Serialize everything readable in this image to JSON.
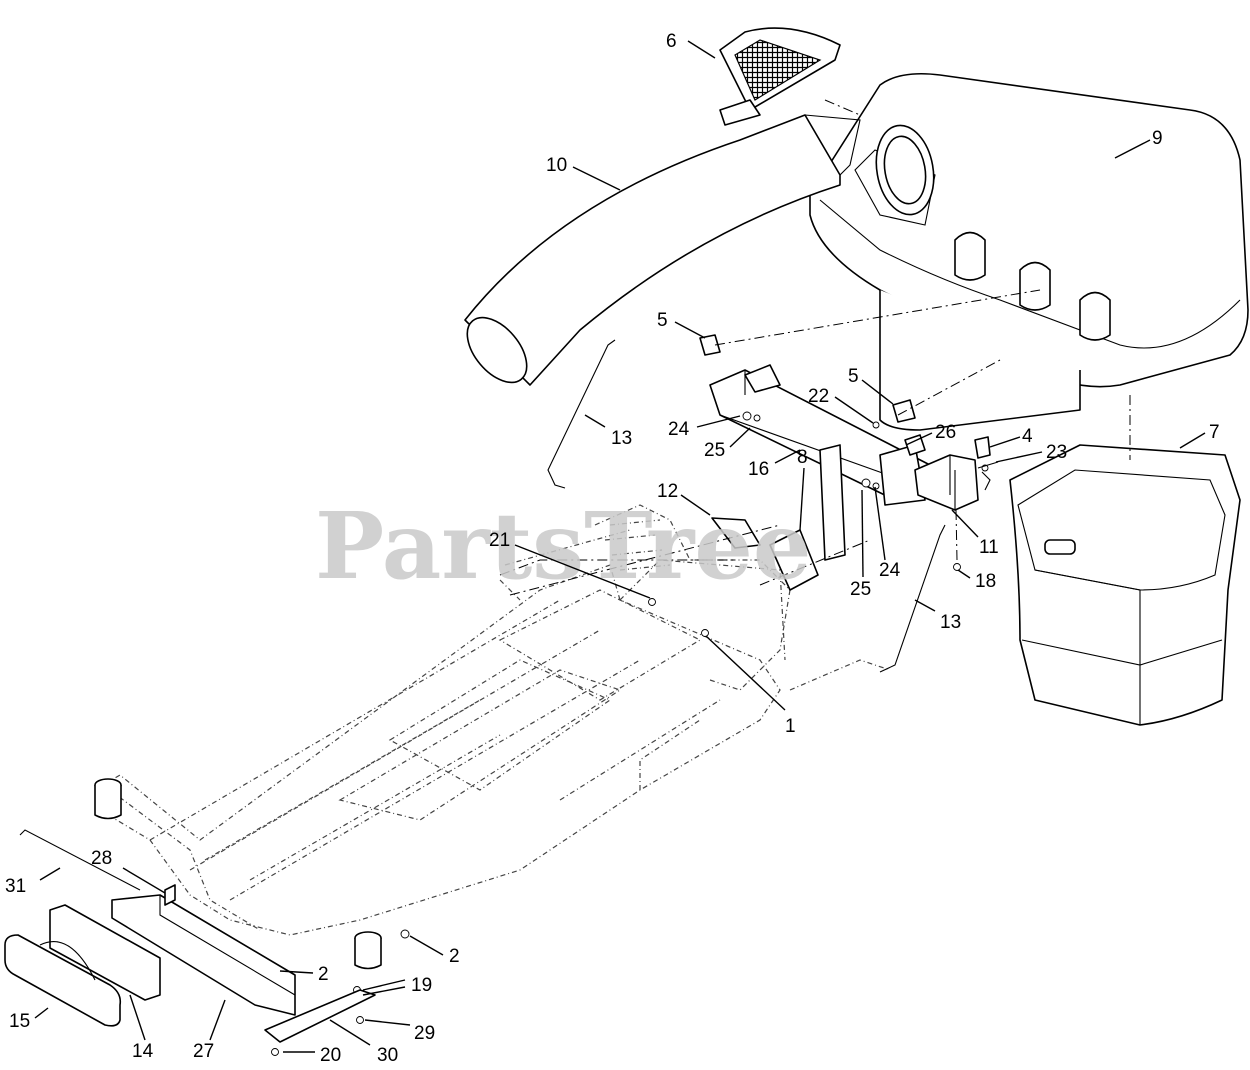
{
  "watermark": "PartsTree",
  "callouts": [
    {
      "id": "c1",
      "label": "1"
    },
    {
      "id": "c2a",
      "label": "2"
    },
    {
      "id": "c2b",
      "label": "2"
    },
    {
      "id": "c4",
      "label": "4"
    },
    {
      "id": "c5a",
      "label": "5"
    },
    {
      "id": "c5b",
      "label": "5"
    },
    {
      "id": "c6",
      "label": "6"
    },
    {
      "id": "c7",
      "label": "7"
    },
    {
      "id": "c8",
      "label": "8"
    },
    {
      "id": "c9",
      "label": "9"
    },
    {
      "id": "c10",
      "label": "10"
    },
    {
      "id": "c11",
      "label": "11"
    },
    {
      "id": "c12",
      "label": "12"
    },
    {
      "id": "c13a",
      "label": "13"
    },
    {
      "id": "c13b",
      "label": "13"
    },
    {
      "id": "c14",
      "label": "14"
    },
    {
      "id": "c15",
      "label": "15"
    },
    {
      "id": "c16",
      "label": "16"
    },
    {
      "id": "c18",
      "label": "18"
    },
    {
      "id": "c19",
      "label": "19"
    },
    {
      "id": "c20",
      "label": "20"
    },
    {
      "id": "c21",
      "label": "21"
    },
    {
      "id": "c22",
      "label": "22"
    },
    {
      "id": "c23",
      "label": "23"
    },
    {
      "id": "c24a",
      "label": "24"
    },
    {
      "id": "c24b",
      "label": "24"
    },
    {
      "id": "c25a",
      "label": "25"
    },
    {
      "id": "c25b",
      "label": "25"
    },
    {
      "id": "c26",
      "label": "26"
    },
    {
      "id": "c27",
      "label": "27"
    },
    {
      "id": "c28",
      "label": "28"
    },
    {
      "id": "c29",
      "label": "29"
    },
    {
      "id": "c30",
      "label": "30"
    },
    {
      "id": "c31",
      "label": "31"
    }
  ]
}
